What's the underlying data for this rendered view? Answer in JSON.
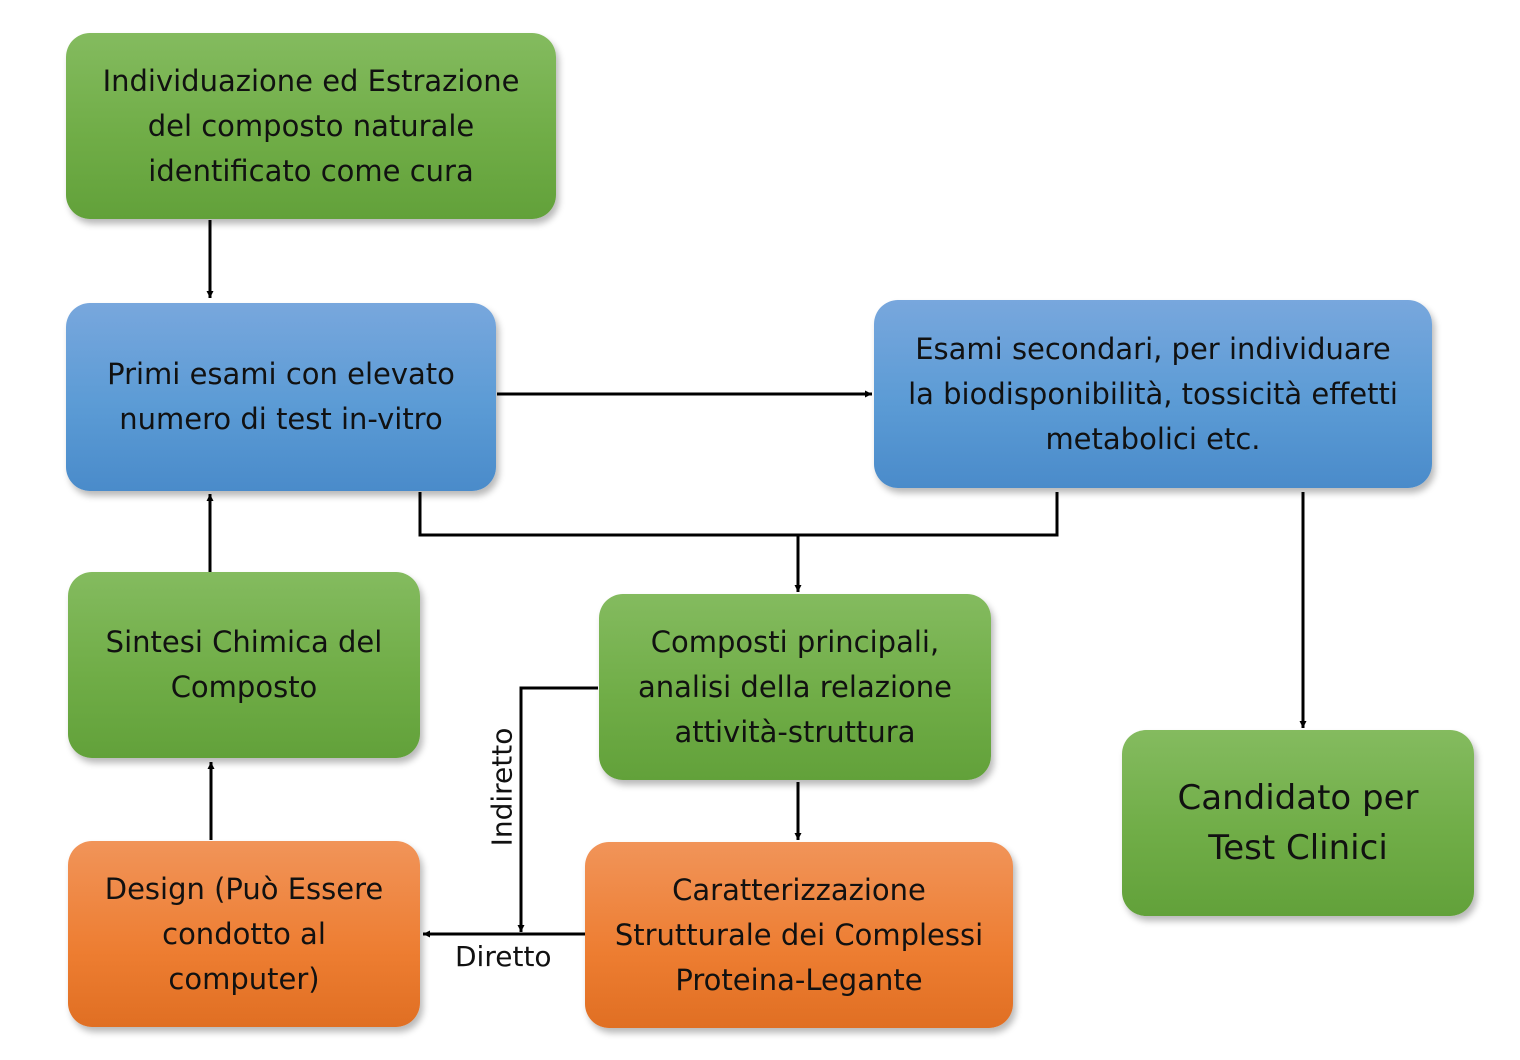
{
  "nodes": {
    "estrazione": {
      "text": "Individuazione ed Estrazione\ndel composto naturale\nidentificato come cura",
      "color": "green"
    },
    "primi_esami": {
      "text": "Primi esami con elevato\nnumero di test in-vitro",
      "color": "blue"
    },
    "esami_secondari": {
      "text": "Esami secondari, per individuare\nla biodisponibilità, tossicità effetti\nmetabolici etc.",
      "color": "blue"
    },
    "sintesi": {
      "text": "Sintesi Chimica del\nComposto",
      "color": "green"
    },
    "composti_principali": {
      "text": "Composti principali,\nanalisi della relazione\nattività-struttura",
      "color": "green"
    },
    "candidato": {
      "text": "Candidato per\nTest Clinici",
      "color": "green"
    },
    "design": {
      "text": "Design (Può Essere\ncondotto al\ncomputer)",
      "color": "orange"
    },
    "caratterizzazione": {
      "text": "Caratterizzazione\nStrutturale dei Complessi\nProteina-Legante",
      "color": "orange"
    }
  },
  "edge_labels": {
    "indiretto": "Indiretto",
    "diretto": "Diretto"
  },
  "colors": {
    "green": "#70ad47",
    "blue": "#5b9bd5",
    "orange": "#ed7d31",
    "connector": "#000000"
  }
}
